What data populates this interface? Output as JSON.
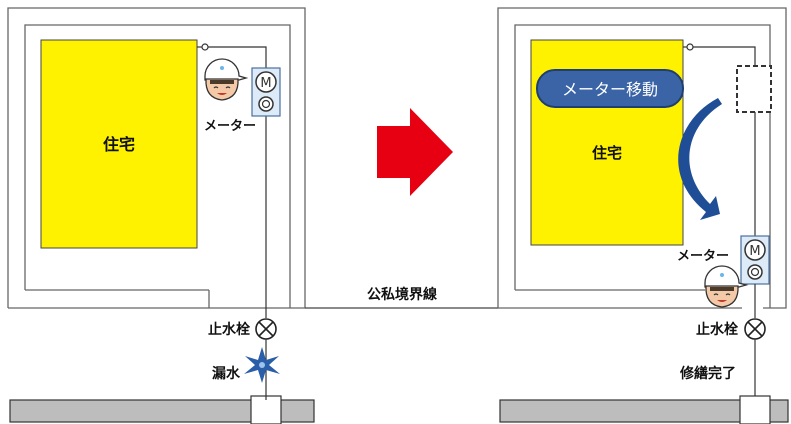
{
  "left_panel": {
    "house_label": "住宅",
    "meter_label": "メーター",
    "stop_valve_label": "止水栓",
    "leak_label": "漏水"
  },
  "boundary_label": "公私境界線",
  "right_panel": {
    "house_label": "住宅",
    "move_callout": "メーター移動",
    "meter_label": "メーター",
    "stop_valve_label": "止水栓",
    "repair_label": "修繕完了"
  },
  "colors": {
    "house_fill": "#FFF200",
    "arrow_red": "#E60012",
    "curved_arrow": "#1F4E96",
    "callout_fill": "#3A64A5",
    "leak_star": "#2B5EA8",
    "road_fill": "#BDBDBD",
    "meter_box": "#DCEBF7"
  },
  "icons": {
    "meter": "water-meter-icon",
    "worker": "worker-face-icon",
    "valve": "stop-valve-icon",
    "leak": "leak-burst-icon",
    "arrow": "right-arrow-icon",
    "move_arrow": "curved-arrow-icon"
  }
}
